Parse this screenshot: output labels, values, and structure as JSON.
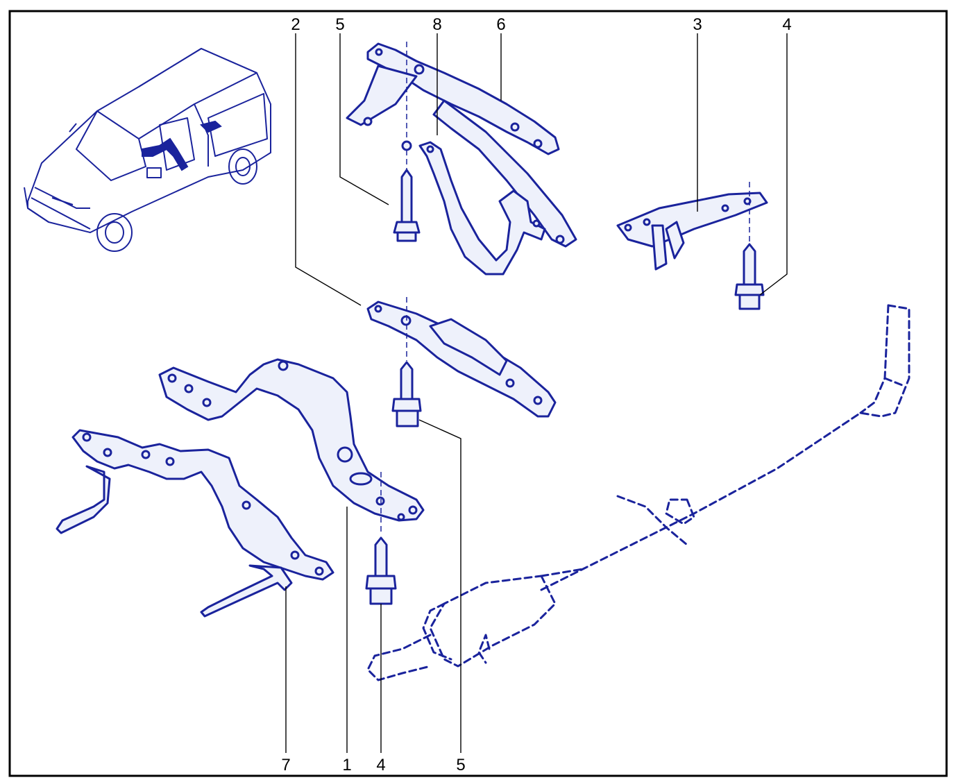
{
  "callouts": {
    "top_2": "2",
    "top_5": "5",
    "top_8": "8",
    "top_6": "6",
    "top_3": "3",
    "top_4": "4",
    "bottom_7": "7",
    "bottom_1": "1",
    "bottom_4": "4",
    "bottom_5": "5"
  },
  "colors": {
    "line": "#1a239c",
    "fill": "#eef1fb",
    "frame": "#000000",
    "background": "#ffffff"
  }
}
